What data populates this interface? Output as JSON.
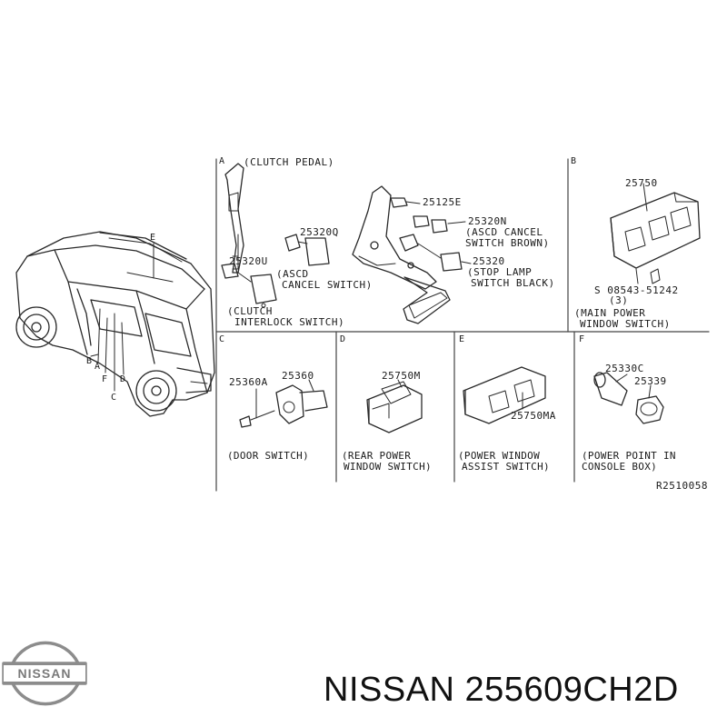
{
  "panels": {
    "A": {
      "letter": "A",
      "title": "(CLUTCH PEDAL)",
      "parts": {
        "p25125E": "25125E",
        "p25320N": "25320N",
        "p25320N_desc1": "(ASCD CANCEL",
        "p25320N_desc2": "SWITCH BROWN)",
        "p25320Q": "25320Q",
        "p25320U": "25320U",
        "ascd1": "(ASCD",
        "ascd2": "CANCEL SWITCH)",
        "p25320": "25320",
        "stop1": "(STOP LAMP",
        "stop2": "SWITCH BLACK)",
        "clutch1": "(CLUTCH",
        "clutch2": "INTERLOCK SWITCH)"
      }
    },
    "B": {
      "letter": "B",
      "parts": {
        "p25750": "25750",
        "screw": "S 08543-51242",
        "qty": "(3)",
        "cap1": "(MAIN POWER",
        "cap2": "WINDOW SWITCH)"
      }
    },
    "C": {
      "letter": "C",
      "parts": {
        "p25360A": "25360A",
        "p25360": "25360",
        "cap": "(DOOR SWITCH)"
      }
    },
    "D": {
      "letter": "D",
      "parts": {
        "p25750M": "25750M",
        "cap1": "(REAR POWER",
        "cap2": "WINDOW SWITCH)"
      }
    },
    "E": {
      "letter": "E",
      "parts": {
        "p25750MA": "25750MA",
        "cap1": "(POWER WINDOW",
        "cap2": "ASSIST SWITCH)"
      }
    },
    "F": {
      "letter": "F",
      "parts": {
        "p25330C": "25330C",
        "p25339": "25339",
        "cap1": "(POWER POINT IN",
        "cap2": "CONSOLE BOX)"
      }
    }
  },
  "vehicle_callouts": {
    "E": "E",
    "B": "B",
    "A": "A",
    "F": "F",
    "D": "D",
    "C": "C"
  },
  "ref_code": "R2510058",
  "brand": {
    "logo_text": "NISSAN",
    "part_label": "NISSAN 255609CH2D"
  },
  "colors": {
    "ink": "#1a1a1a",
    "line": "#333333",
    "logo_silver": "#8c8c8c"
  }
}
